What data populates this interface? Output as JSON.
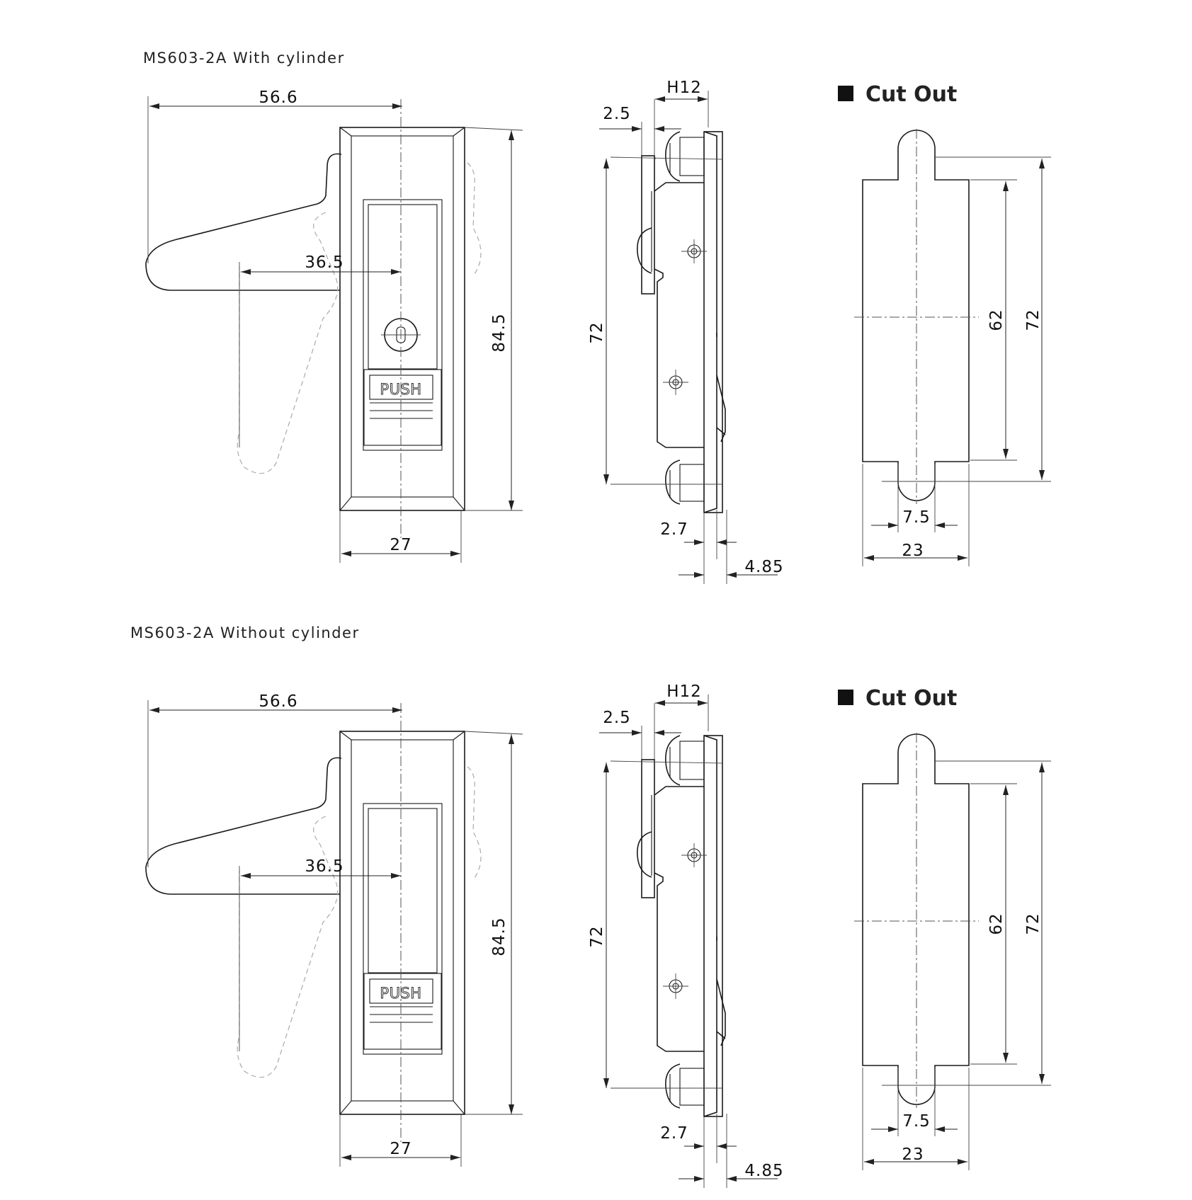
{
  "sections": [
    {
      "title": "MS603-2A With cylinder",
      "has_cylinder": true,
      "front": {
        "width_total": "56.6",
        "handle_reach": "36.5",
        "height": "84.5",
        "body_width": "27",
        "push_label": "PUSH"
      },
      "side": {
        "depth": "H12",
        "flange": "2.5",
        "fixing_pitch": "72",
        "panel_gap": "2.7",
        "offset": "4.85"
      },
      "cutout": {
        "heading": "Cut Out",
        "inner_height": "62",
        "outer_height": "72",
        "tab_width": "7.5",
        "width": "23"
      }
    },
    {
      "title": "MS603-2A Without cylinder",
      "has_cylinder": false,
      "front": {
        "width_total": "56.6",
        "handle_reach": "36.5",
        "height": "84.5",
        "body_width": "27",
        "push_label": "PUSH"
      },
      "side": {
        "depth": "H12",
        "flange": "2.5",
        "fixing_pitch": "72",
        "panel_gap": "2.7",
        "offset": "4.85"
      },
      "cutout": {
        "heading": "Cut Out",
        "inner_height": "62",
        "outer_height": "72",
        "tab_width": "7.5",
        "width": "23"
      }
    }
  ]
}
